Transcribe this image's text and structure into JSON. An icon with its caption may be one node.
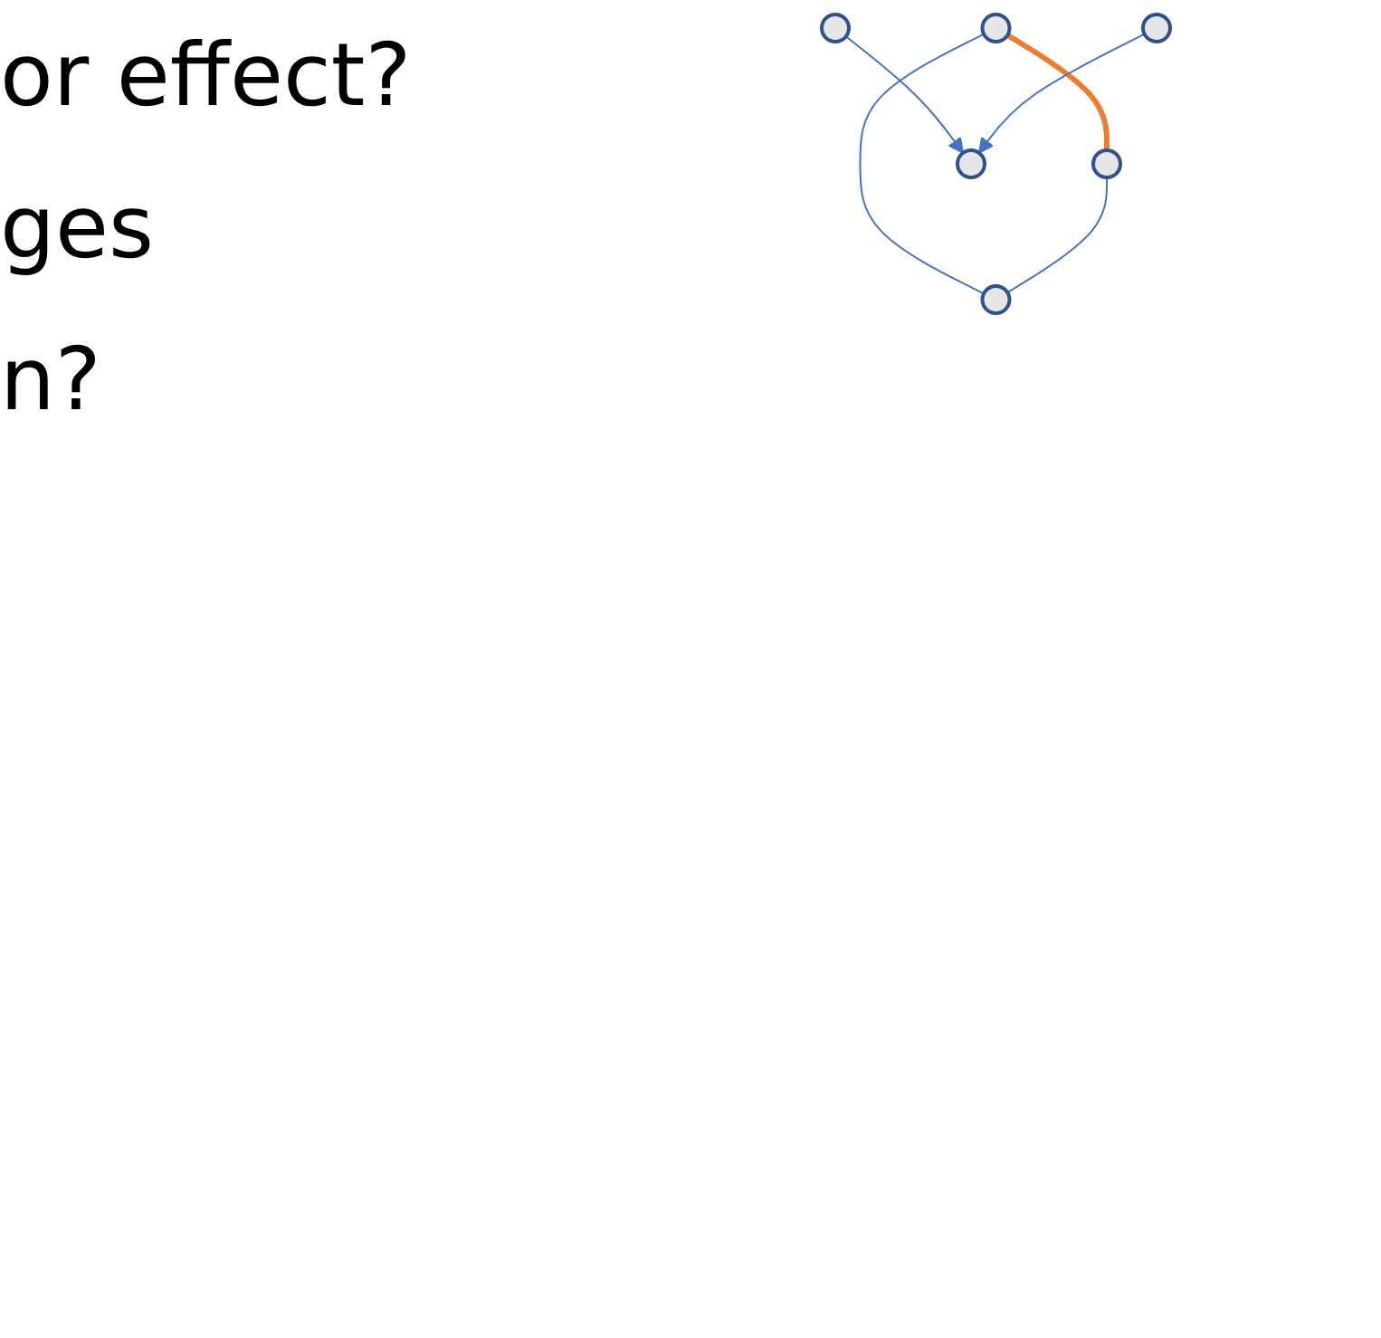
{
  "diagram": {
    "nodes": [
      {
        "text": [],
        "shape": "circle"
      },
      {
        "text": [],
        "shape": "circle"
      },
      {
        "text": [],
        "shape": "circle"
      },
      {
        "text": [],
        "shape": "circle"
      },
      {
        "text": [],
        "shape": "circle"
      },
      {
        "text": [],
        "shape": "circle"
      }
    ],
    "edges": [
      {
        "from": 0,
        "to": 1,
        "arrow": "none",
        "style": "thick",
        "color": "#ed7d31"
      },
      {
        "from": 0,
        "to": 2,
        "arrow": "none"
      },
      {
        "from": 1,
        "to": 2,
        "arrow": "none"
      },
      {
        "from": 3,
        "to": 5,
        "arrow": "to"
      },
      {
        "from": 4,
        "to": 5,
        "arrow": "to"
      }
    ],
    "labels": [
      "or effect?",
      "ges",
      "n?"
    ]
  }
}
